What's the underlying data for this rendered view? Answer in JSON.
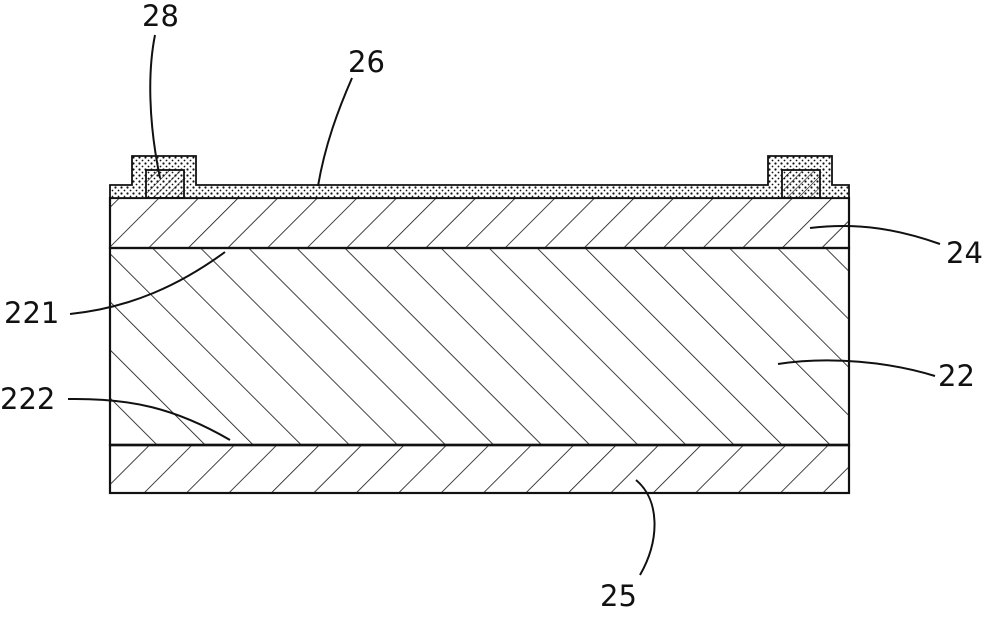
{
  "labels": {
    "pad": "28",
    "passivation_layer": "26",
    "upper_layer": "24",
    "upper_interface": "221",
    "substrate": "22",
    "lower_interface": "222",
    "bottom_layer": "25"
  },
  "colors": {
    "ink": "#111111",
    "background": "#ffffff"
  }
}
